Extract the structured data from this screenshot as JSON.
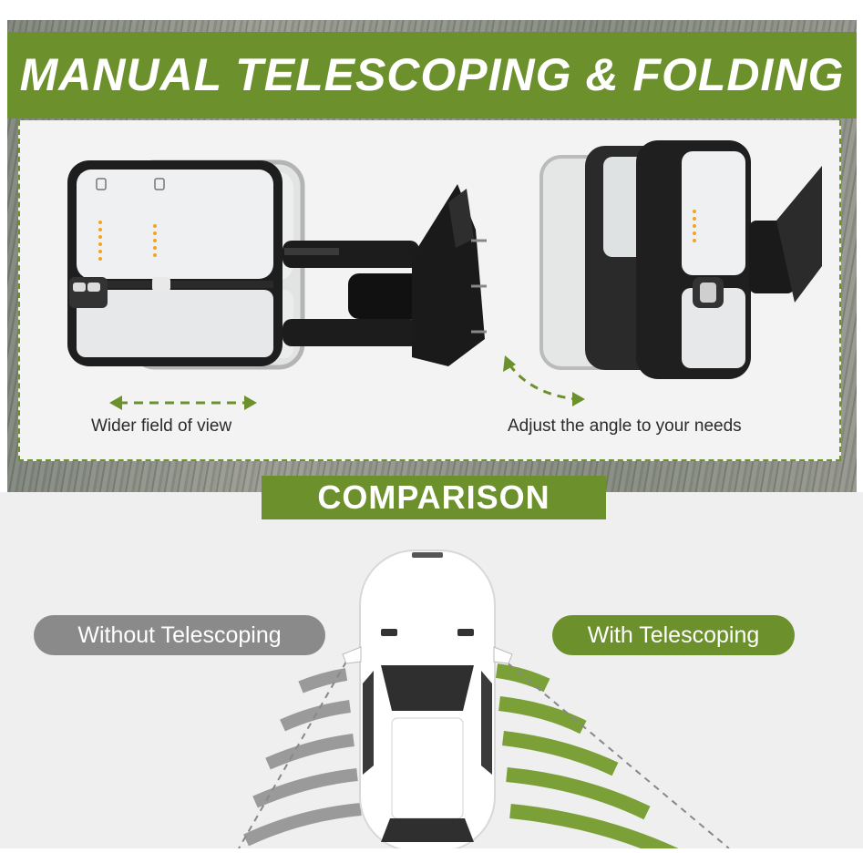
{
  "banner": {
    "title": "MANUAL TELESCOPING & FOLDING"
  },
  "captions": {
    "left": "Wider field of view",
    "right": "Adjust the angle to your needs"
  },
  "comparison": {
    "title": "COMPARISON",
    "without_label": "Without Telescoping",
    "with_label": "With Telescoping"
  },
  "colors": {
    "accent_green": "#6c902c",
    "gray_pill": "#8a8a8a",
    "panel_bg": "#f2f3f2",
    "lower_bg": "#efefef"
  },
  "icons": [
    "horizontal-double-arrow-icon",
    "curved-double-arrow-icon",
    "heated-mirror-icon"
  ]
}
